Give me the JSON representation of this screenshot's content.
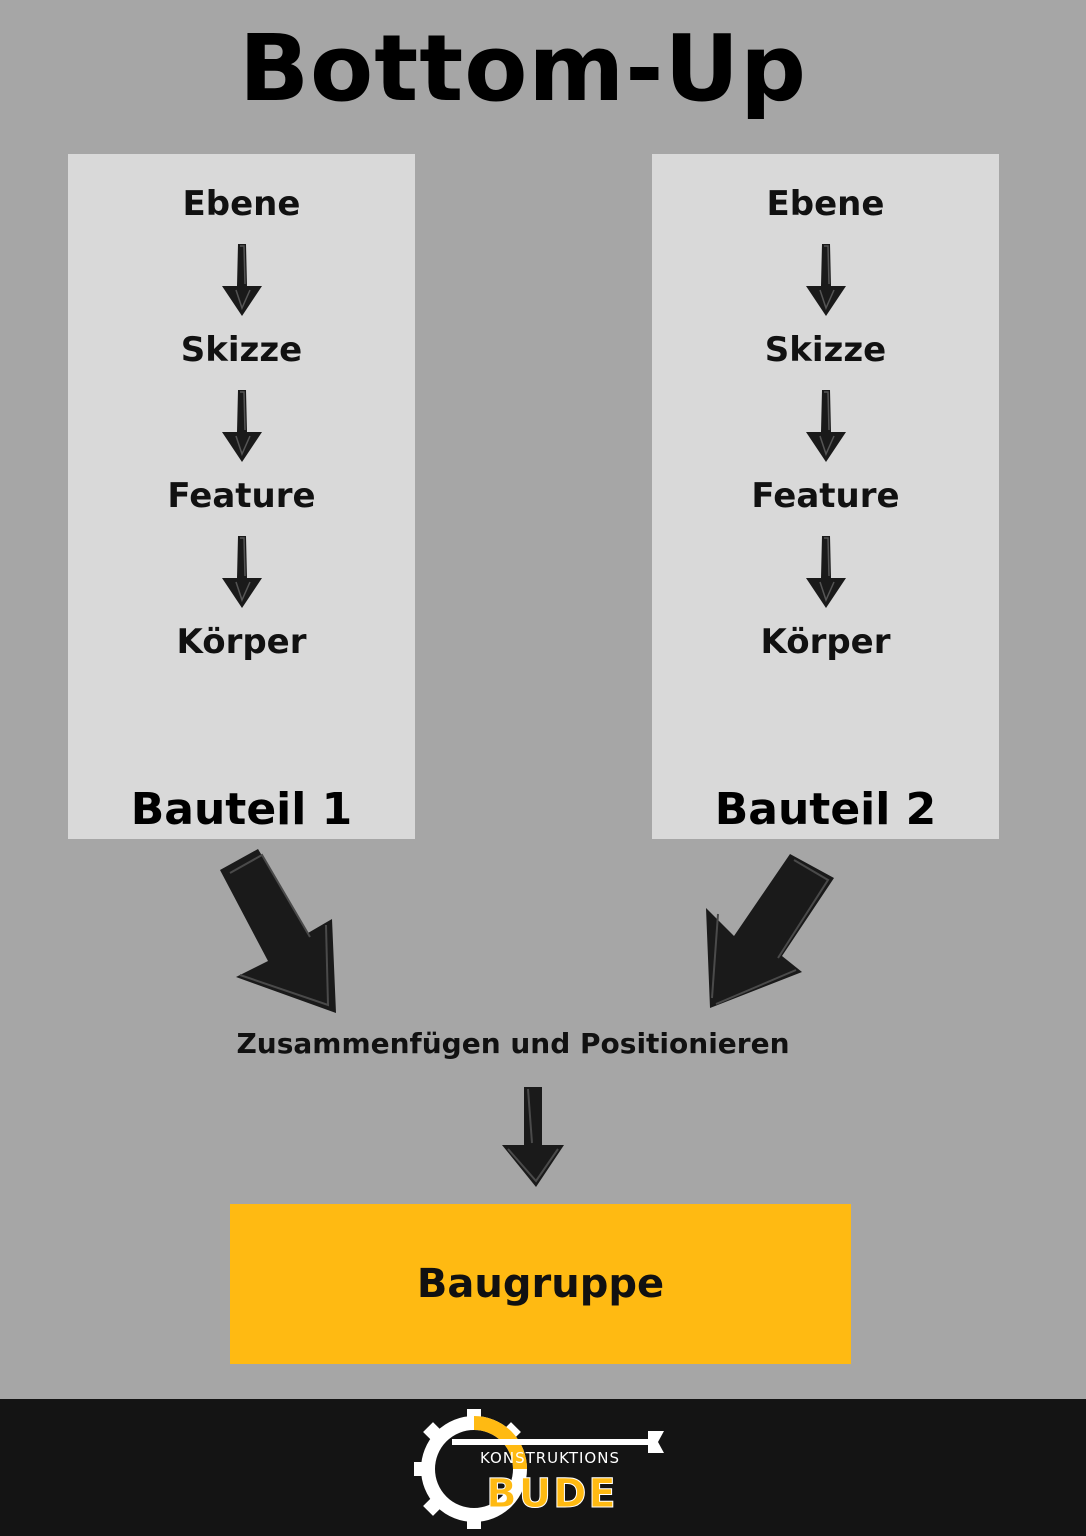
{
  "title": "Bottom-Up",
  "parts": [
    {
      "steps": [
        "Ebene",
        "Skizze",
        "Feature",
        "Körper"
      ],
      "label": "Bauteil 1"
    },
    {
      "steps": [
        "Ebene",
        "Skizze",
        "Feature",
        "Körper"
      ],
      "label": "Bauteil 2"
    }
  ],
  "merge_text": "Zusammenfügen und Positionieren",
  "assembly_label": "Baugruppe",
  "logo": {
    "top_text": "KONSTRUKTIONS",
    "main_text": "BUDE"
  },
  "colors": {
    "background": "#a6a6a6",
    "panel": "#d9d9d9",
    "accent": "#ffba12",
    "footer": "#141414"
  }
}
